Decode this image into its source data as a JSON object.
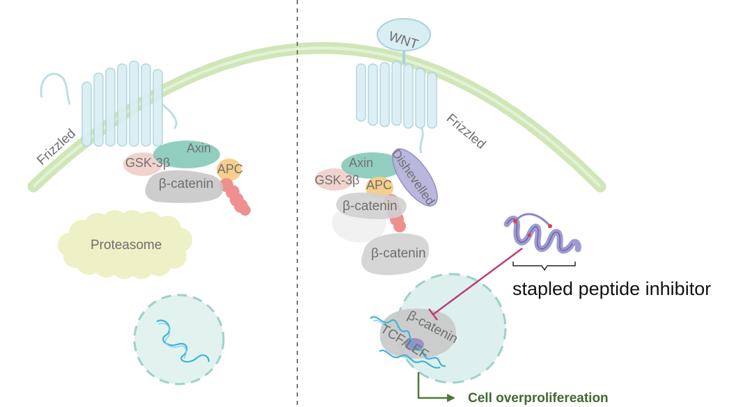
{
  "left_panel": {
    "receptor_label": "Frizzled",
    "complex": {
      "gsk": "GSK-3β",
      "axin": "Axin",
      "apc": "APC",
      "beta_catenin": "β-catenin"
    },
    "proteasome_label": "Proteasome"
  },
  "right_panel": {
    "ligand_label": "WNT",
    "receptor_label": "Frizzled",
    "dishevelled_label": "Dishevelled",
    "complex": {
      "axin": "Axin",
      "gsk": "GSK-3β",
      "apc": "APC",
      "beta_catenin": "β-catenin"
    },
    "free_beta_catenin": "β-catenin",
    "nuclear_beta_catenin": "β-catenin",
    "tcf_label": "TCF/LEF",
    "inhibitor_label": "stapled peptide inhibitor",
    "outcome_label": "Cell overprolifereation"
  },
  "colors": {
    "membrane": "#cfe6b7",
    "receptor": "#d9eef3",
    "nucleus": "#d4ece8",
    "axin": "#7fc6b4",
    "apc": "#f7ce8a",
    "gsk": "#ecc4bd",
    "beta_catenin": "#bdbdbd",
    "apc_tail": "#ee9090",
    "dishevelled": "#b7b4dc",
    "proteasome": "#eef0c2",
    "peptide": "#9f9bd2",
    "inhibitor_line": "#c03a7b",
    "arrow": "#4d7a33",
    "dna": "#3ab5d9"
  }
}
